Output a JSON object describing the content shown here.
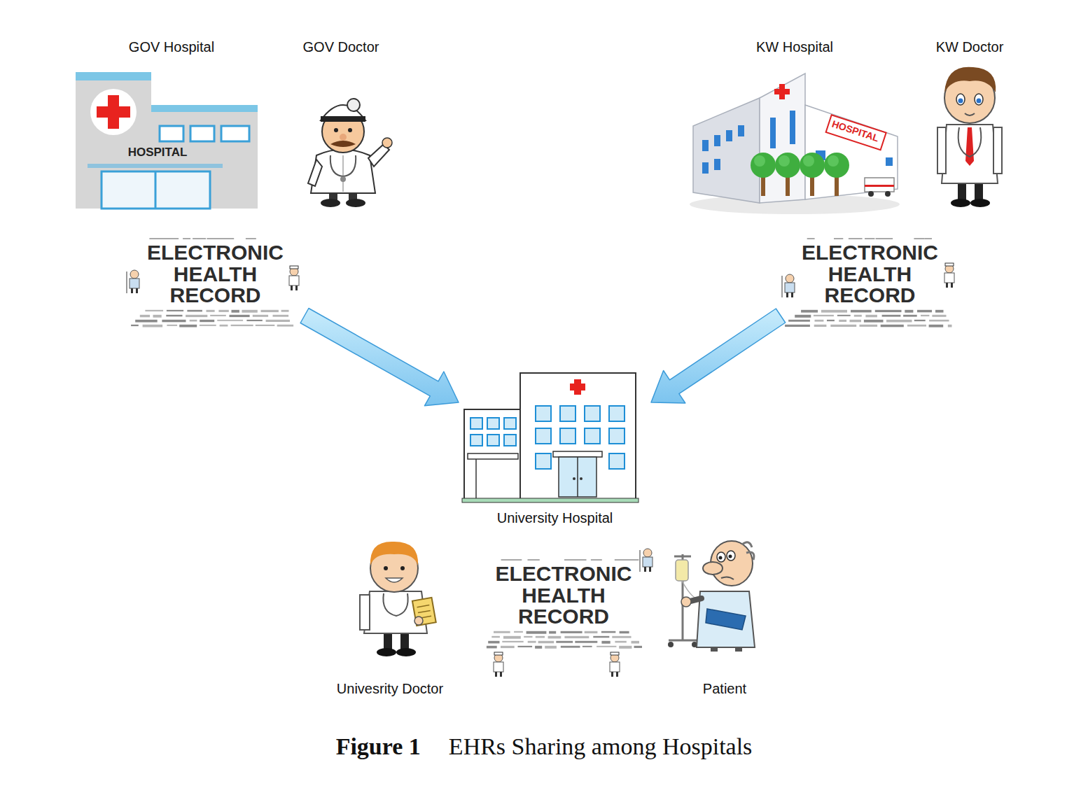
{
  "diagram": {
    "caption": "EHRs Sharing among Hospitals",
    "nodes": [
      {
        "text": [
          "GOV Hospital",
          "HOSPITAL"
        ]
      },
      {
        "text": [
          "GOV Doctor"
        ]
      },
      {
        "text": [
          "KW Hospital",
          "HOSPITAL"
        ]
      },
      {
        "text": [
          "KW Doctor"
        ]
      },
      {
        "text": [
          "ELECTRONIC HEALTH RECORD"
        ]
      },
      {
        "text": [
          "ELECTRONIC HEALTH RECORD"
        ]
      },
      {
        "text": [
          "University Hospital"
        ]
      },
      {
        "text": [
          "Univesrity Doctor"
        ]
      },
      {
        "text": [
          "ELECTRONIC HEALTH RECORD"
        ]
      },
      {
        "text": [
          "Patient"
        ]
      }
    ],
    "edges": [
      {
        "from": 4,
        "to": 6,
        "arrow": "to"
      },
      {
        "from": 5,
        "to": 6,
        "arrow": "to"
      }
    ],
    "labels": [
      "Figure 1"
    ]
  }
}
